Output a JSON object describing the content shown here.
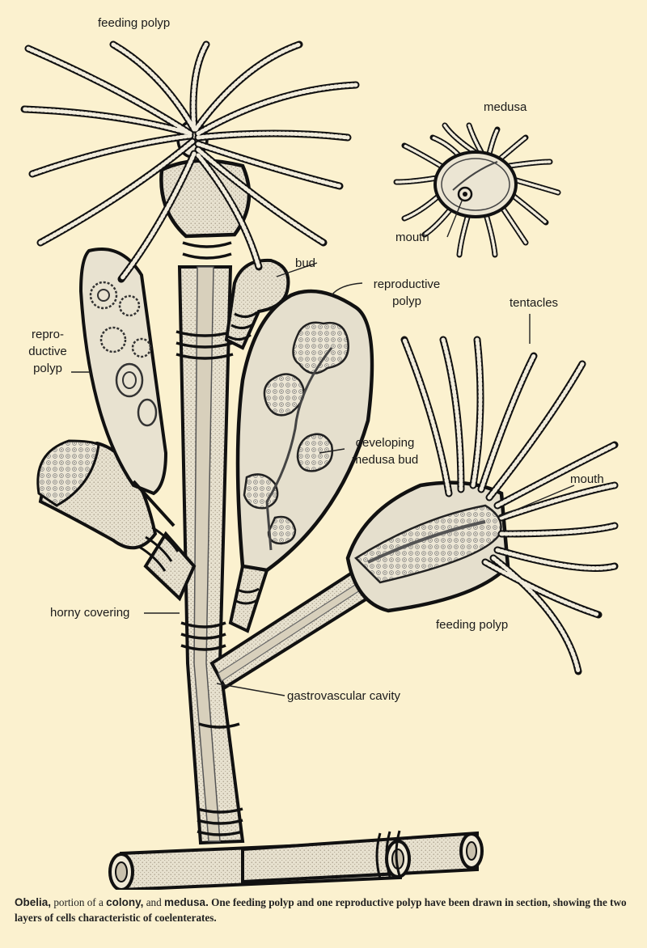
{
  "labels": {
    "feeding_polyp_top": "feeding polyp",
    "medusa": "medusa",
    "mouth_medusa": "mouth",
    "bud": "bud",
    "reproductive_polyp_right": [
      "reproductive",
      "polyp"
    ],
    "tentacles": "tentacles",
    "reproductive_polyp_left": [
      "repro-",
      "ductive",
      "polyp"
    ],
    "developing_medusa_bud": [
      "developing",
      "medusa bud"
    ],
    "mouth_right": "mouth",
    "horny_covering": "horny covering",
    "feeding_polyp_right": "feeding polyp",
    "gastrovascular_cavity": "gastrovascular cavity"
  },
  "caption": {
    "term_obelia": "Obelia,",
    "text_portion": " portion of a ",
    "term_colony": "colony,",
    "text_and": " and ",
    "term_medusa": "medusa.",
    "sentence": " One feeding polyp and one reproductive polyp have been drawn in section, showing the two layers of cells characteristic of coelenterates."
  },
  "colors": {
    "background": "#fbf1cf",
    "ink": "#1a1a1a",
    "tissue": "#e2dccb",
    "stipple": "#b7ad98"
  }
}
